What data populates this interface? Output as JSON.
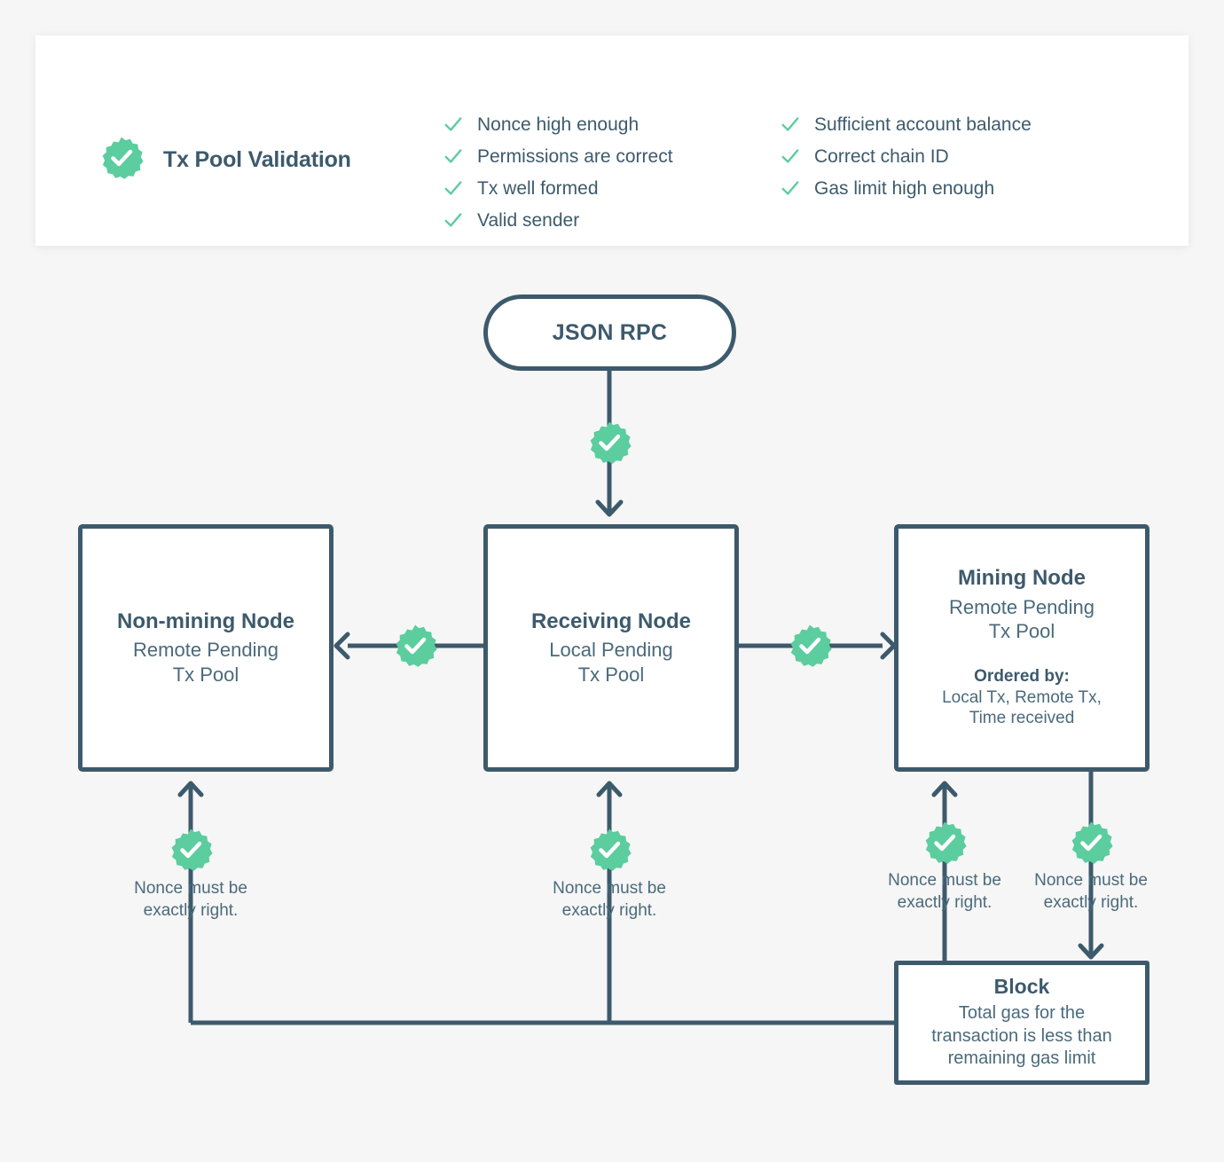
{
  "theme": {
    "background": "#f6f6f6",
    "panel_bg": "#ffffff",
    "ink": "#3d5a6c",
    "ink_soft": "#4a6a7c",
    "accent_green": "#5bcd9e",
    "line": "#3d5a6c"
  },
  "header": {
    "title": "Tx Pool Validation",
    "badge_icon": "check-seal-icon",
    "checks": {
      "column_left": [
        {
          "icon": "check-icon",
          "label": "Nonce high enough"
        },
        {
          "icon": "check-icon",
          "label": "Permissions are correct"
        },
        {
          "icon": "check-icon",
          "label": "Tx well formed"
        },
        {
          "icon": "check-icon",
          "label": "Valid sender"
        }
      ],
      "column_right": [
        {
          "icon": "check-icon",
          "label": "Sufficient account balance"
        },
        {
          "icon": "check-icon",
          "label": "Correct chain ID"
        },
        {
          "icon": "check-icon",
          "label": "Gas limit high enough"
        }
      ]
    }
  },
  "flow": {
    "entry": {
      "label": "JSON RPC",
      "shape": "pill"
    },
    "nodes": [
      {
        "id": "non-mining-node",
        "title": "Non-mining Node",
        "subtitle": "Remote Pending\nTx Pool"
      },
      {
        "id": "receiving-node",
        "title": "Receiving Node",
        "subtitle": "Local Pending\nTx Pool"
      },
      {
        "id": "mining-node",
        "title": "Mining Node",
        "subtitle": "Remote Pending\nTx Pool",
        "extra_title": "Ordered by:",
        "extra_body": "Local Tx, Remote Tx,\nTime received"
      }
    ],
    "block": {
      "id": "block",
      "title": "Block",
      "subtitle": "Total gas for the\ntransaction is less than\nremaining gas limit"
    },
    "captions": [
      {
        "id": "caption-non-mining",
        "text": "Nonce must be\nexactly right."
      },
      {
        "id": "caption-receiving",
        "text": "Nonce must be\nexactly right."
      },
      {
        "id": "caption-mining-in",
        "text": "Nonce must be\nexactly right."
      },
      {
        "id": "caption-mining-out",
        "text": "Nonce must be\nexactly right."
      }
    ],
    "badges": [
      {
        "id": "badge-rpc-to-receiving",
        "icon": "check-seal-icon"
      },
      {
        "id": "badge-receiving-to-non-mining",
        "icon": "check-seal-icon"
      },
      {
        "id": "badge-receiving-to-mining",
        "icon": "check-seal-icon"
      },
      {
        "id": "badge-block-to-non-mining",
        "icon": "check-seal-icon"
      },
      {
        "id": "badge-block-to-receiving",
        "icon": "check-seal-icon"
      },
      {
        "id": "badge-block-to-mining",
        "icon": "check-seal-icon"
      },
      {
        "id": "badge-mining-to-block",
        "icon": "check-seal-icon"
      }
    ]
  }
}
